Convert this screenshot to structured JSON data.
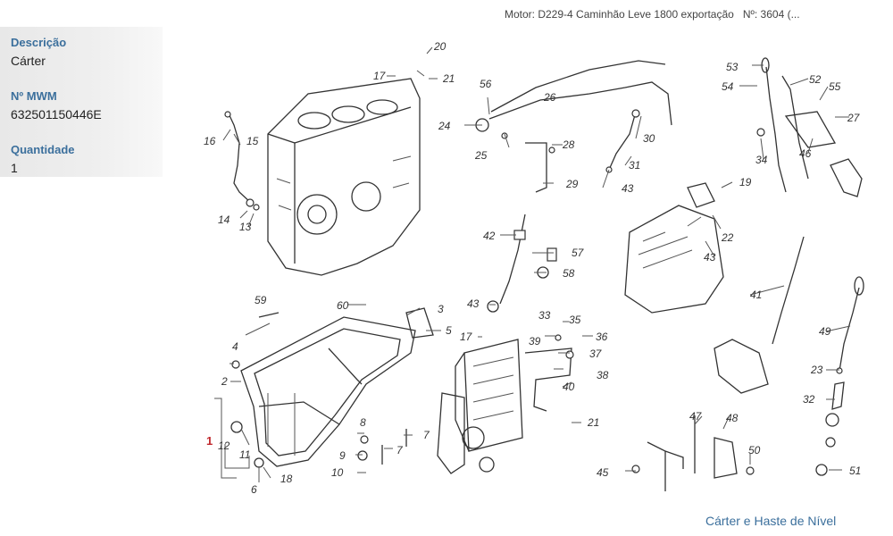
{
  "sidebar": {
    "fields": [
      {
        "label": "Descrição",
        "value": "Cárter"
      },
      {
        "label": "Nº MWM",
        "value": "632501150446E"
      },
      {
        "label": "Quantidade",
        "value": "1"
      }
    ]
  },
  "header": {
    "engine_text": "Motor: D229-4 Caminhão Leve 1800 exportação",
    "number_text": "Nº: 3604 (..."
  },
  "caption": "Cárter e Haste de Nível",
  "diagram": {
    "highlight_callout": "1",
    "callouts": [
      "2",
      "3",
      "4",
      "5",
      "6",
      "7",
      "7",
      "8",
      "9",
      "10",
      "11",
      "12",
      "13",
      "14",
      "15",
      "16",
      "17",
      "17",
      "18",
      "19",
      "20",
      "21",
      "21",
      "22",
      "23",
      "24",
      "25",
      "26",
      "27",
      "28",
      "29",
      "30",
      "31",
      "32",
      "33",
      "34",
      "35",
      "36",
      "37",
      "38",
      "39",
      "40",
      "41",
      "42",
      "43",
      "43",
      "43",
      "45",
      "46",
      "47",
      "48",
      "49",
      "50",
      "51",
      "52",
      "53",
      "54",
      "55",
      "56",
      "57",
      "58",
      "59",
      "60"
    ]
  },
  "colors": {
    "label_blue": "#3b6f9c",
    "highlight_red": "#c0282d",
    "line_gray": "#555555"
  }
}
